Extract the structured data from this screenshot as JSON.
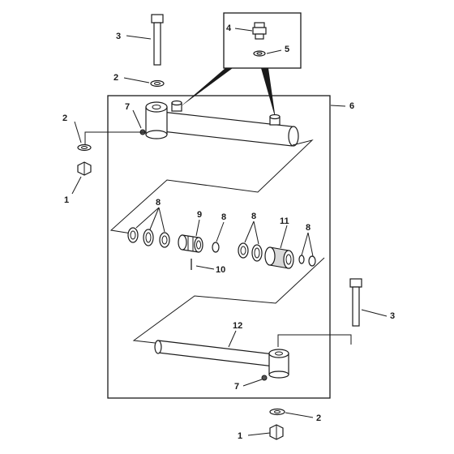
{
  "callouts": {
    "c1_top": "1",
    "c1_bottom": "1",
    "c2_top_left": "2",
    "c2_upper": "2",
    "c2_bottom": "2",
    "c3_top": "3",
    "c3_right": "3",
    "c4": "4",
    "c5": "5",
    "c6": "6",
    "c7_top": "7",
    "c7_bottom": "7",
    "c8_left": "8",
    "c8_mid": "8",
    "c8_center": "8",
    "c8_right": "8",
    "c9": "9",
    "c10": "10",
    "c11": "11",
    "c12": "12"
  }
}
